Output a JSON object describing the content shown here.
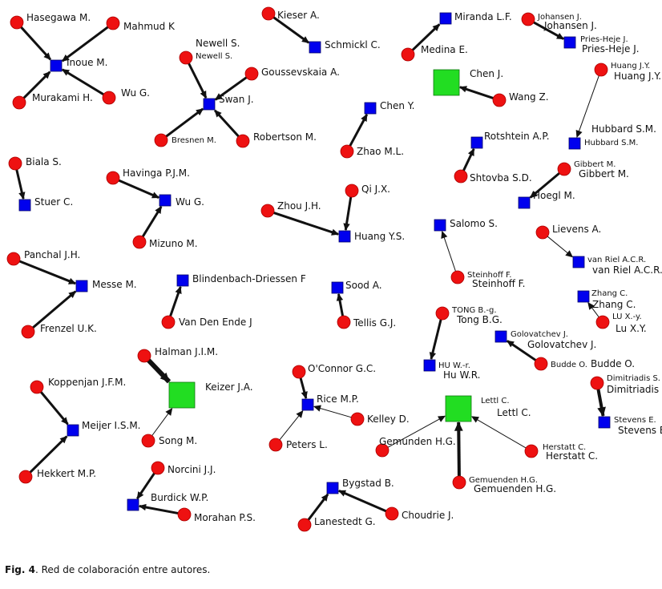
{
  "caption": {
    "label": "Fig. 4",
    "text": ". Red de colaboración entre autores."
  },
  "colors": {
    "author": "#ee1111",
    "group": "#0000ee",
    "hub": "#22dd22",
    "edge": "#111111"
  },
  "nodes": [
    {
      "id": "hasegawa",
      "type": "author",
      "labels": [
        "Hasegawa M."
      ]
    },
    {
      "id": "mahmud",
      "type": "author",
      "labels": [
        "Mahmud K"
      ]
    },
    {
      "id": "inoue",
      "type": "group",
      "labels": [
        "Inoue M."
      ]
    },
    {
      "id": "murakami",
      "type": "author",
      "labels": [
        "Murakami H."
      ]
    },
    {
      "id": "wug1",
      "type": "author",
      "labels": [
        "Wu G."
      ]
    },
    {
      "id": "kieser",
      "type": "author",
      "labels": [
        "Kieser A."
      ]
    },
    {
      "id": "schmickl",
      "type": "group",
      "labels": [
        "Schmickl C."
      ]
    },
    {
      "id": "newell",
      "type": "author",
      "labels": [
        "Newell S.",
        "Newell S."
      ]
    },
    {
      "id": "goussevskaia",
      "type": "author",
      "labels": [
        "Goussevskaia A."
      ]
    },
    {
      "id": "swan",
      "type": "group",
      "labels": [
        "Swan J."
      ]
    },
    {
      "id": "bresnen",
      "type": "author",
      "labels": [
        "Bresnen M."
      ]
    },
    {
      "id": "robertson",
      "type": "author",
      "labels": [
        "Robertson M."
      ]
    },
    {
      "id": "miranda",
      "type": "group",
      "labels": [
        "Miranda L.F."
      ]
    },
    {
      "id": "medina",
      "type": "author",
      "labels": [
        "Medina E."
      ]
    },
    {
      "id": "johansen",
      "type": "author",
      "labels": [
        "Johansen J.",
        "Johansen J."
      ]
    },
    {
      "id": "priesheje",
      "type": "group",
      "labels": [
        "Pries-Heje J.",
        "Pries-Heje J."
      ]
    },
    {
      "id": "chenj",
      "type": "hub",
      "labels": [
        "Chen J."
      ]
    },
    {
      "id": "wangz",
      "type": "author",
      "labels": [
        "Wang Z."
      ]
    },
    {
      "id": "huangjy",
      "type": "author",
      "labels": [
        "Huang J.Y.",
        "Huang J.Y."
      ]
    },
    {
      "id": "cheny",
      "type": "group",
      "labels": [
        "Chen Y."
      ]
    },
    {
      "id": "zhaoml",
      "type": "author",
      "labels": [
        "Zhao M.L."
      ]
    },
    {
      "id": "hubbard",
      "type": "group",
      "labels": [
        "Hubbard S.M.",
        "Hubbard S.M."
      ]
    },
    {
      "id": "rotshtein",
      "type": "group",
      "labels": [
        "Rotshtein A.P."
      ]
    },
    {
      "id": "shtovba",
      "type": "author",
      "labels": [
        "Shtovba S.D."
      ]
    },
    {
      "id": "gibbert",
      "type": "author",
      "labels": [
        "Gibbert M.",
        "Gibbert M."
      ]
    },
    {
      "id": "hoegl",
      "type": "group",
      "labels": [
        "Hoegl M."
      ]
    },
    {
      "id": "biala",
      "type": "author",
      "labels": [
        "Biala S."
      ]
    },
    {
      "id": "stuer",
      "type": "group",
      "labels": [
        "Stuer C."
      ]
    },
    {
      "id": "havinga",
      "type": "author",
      "labels": [
        "Havinga P.J.M."
      ]
    },
    {
      "id": "wug2",
      "type": "group",
      "labels": [
        "Wu G."
      ]
    },
    {
      "id": "mizuno",
      "type": "author",
      "labels": [
        "Mizuno M."
      ]
    },
    {
      "id": "qijx",
      "type": "author",
      "labels": [
        "Qi J.X."
      ]
    },
    {
      "id": "zhoujh",
      "type": "author",
      "labels": [
        "Zhou J.H."
      ]
    },
    {
      "id": "huangys",
      "type": "group",
      "labels": [
        "Huang Y.S."
      ]
    },
    {
      "id": "salomo",
      "type": "group",
      "labels": [
        "Salomo S."
      ]
    },
    {
      "id": "lievens",
      "type": "author",
      "labels": [
        "Lievens A."
      ]
    },
    {
      "id": "vanriel",
      "type": "group",
      "labels": [
        "van Riel A.C.R.",
        "van Riel A.C.R."
      ]
    },
    {
      "id": "panchal",
      "type": "author",
      "labels": [
        "Panchal J.H."
      ]
    },
    {
      "id": "messe",
      "type": "group",
      "labels": [
        "Messe M."
      ]
    },
    {
      "id": "frenzel",
      "type": "author",
      "labels": [
        "Frenzel U.K."
      ]
    },
    {
      "id": "blindenbach",
      "type": "group",
      "labels": [
        "Blindenbach-Driessen F"
      ]
    },
    {
      "id": "vandenende",
      "type": "author",
      "labels": [
        "Van Den Ende J"
      ]
    },
    {
      "id": "sood",
      "type": "group",
      "labels": [
        "Sood A."
      ]
    },
    {
      "id": "tellis",
      "type": "author",
      "labels": [
        "Tellis G.J."
      ]
    },
    {
      "id": "steinhoff",
      "type": "author",
      "labels": [
        "Steinhoff F.",
        "Steinhoff F."
      ]
    },
    {
      "id": "zhangc",
      "type": "group",
      "labels": [
        "Zhang C.",
        "Zhang C."
      ]
    },
    {
      "id": "luxy",
      "type": "author",
      "labels": [
        "LU X.-y.",
        "Lu X.Y."
      ]
    },
    {
      "id": "tongbg",
      "type": "author",
      "labels": [
        "TONG B.-g.",
        "Tong B.G."
      ]
    },
    {
      "id": "huwr",
      "type": "group",
      "labels": [
        "HU W.-r.",
        "Hu W.R."
      ]
    },
    {
      "id": "golovatchev",
      "type": "group",
      "labels": [
        "Golovatchev J.",
        "Golovatchev J."
      ]
    },
    {
      "id": "budde",
      "type": "author",
      "labels": [
        "Budde O.",
        "Budde O."
      ]
    },
    {
      "id": "halman",
      "type": "author",
      "labels": [
        "Halman J.I.M."
      ]
    },
    {
      "id": "keizer",
      "type": "hub",
      "labels": [
        "Keizer J.A."
      ]
    },
    {
      "id": "song",
      "type": "author",
      "labels": [
        "Song M."
      ]
    },
    {
      "id": "oconnor",
      "type": "author",
      "labels": [
        "O'Connor G.C."
      ]
    },
    {
      "id": "rice",
      "type": "group",
      "labels": [
        "Rice M.P."
      ]
    },
    {
      "id": "kelley",
      "type": "author",
      "labels": [
        "Kelley D."
      ]
    },
    {
      "id": "peters",
      "type": "author",
      "labels": [
        "Peters L."
      ]
    },
    {
      "id": "koppenjan",
      "type": "author",
      "labels": [
        "Koppenjan J.F.M."
      ]
    },
    {
      "id": "meijer",
      "type": "group",
      "labels": [
        "Meijer I.S.M."
      ]
    },
    {
      "id": "hekkert",
      "type": "author",
      "labels": [
        "Hekkert M.P."
      ]
    },
    {
      "id": "dimitriadis",
      "type": "author",
      "labels": [
        "Dimitriadis S.",
        "Dimitriadis S"
      ]
    },
    {
      "id": "stevens",
      "type": "group",
      "labels": [
        "Stevens E.",
        "Stevens E"
      ]
    },
    {
      "id": "lettl",
      "type": "hub",
      "labels": [
        "Lettl C.",
        "Lettl C."
      ]
    },
    {
      "id": "gemunden",
      "type": "author",
      "labels": [
        "Gemunden H.G."
      ]
    },
    {
      "id": "herstatt",
      "type": "author",
      "labels": [
        "Herstatt C.",
        "Herstatt C."
      ]
    },
    {
      "id": "gemuenden",
      "type": "author",
      "labels": [
        "Gemuenden H.G.",
        "Gemuenden H.G."
      ]
    },
    {
      "id": "norcini",
      "type": "author",
      "labels": [
        "Norcini J.J."
      ]
    },
    {
      "id": "burdick",
      "type": "group",
      "labels": [
        "Burdick W.P."
      ]
    },
    {
      "id": "morahan",
      "type": "author",
      "labels": [
        "Morahan P.S."
      ]
    },
    {
      "id": "bygstad",
      "type": "group",
      "labels": [
        "Bygstad B."
      ]
    },
    {
      "id": "lanestedt",
      "type": "author",
      "labels": [
        "Lanestedt G."
      ]
    },
    {
      "id": "choudrie",
      "type": "author",
      "labels": [
        "Choudrie J."
      ]
    }
  ],
  "edges": [
    {
      "from": "hasegawa",
      "to": "inoue",
      "weight": 2
    },
    {
      "from": "mahmud",
      "to": "inoue",
      "weight": 2
    },
    {
      "from": "murakami",
      "to": "inoue",
      "weight": 2
    },
    {
      "from": "wug1",
      "to": "inoue",
      "weight": 2
    },
    {
      "from": "kieser",
      "to": "schmickl",
      "weight": 2
    },
    {
      "from": "newell",
      "to": "swan",
      "weight": 2
    },
    {
      "from": "goussevskaia",
      "to": "swan",
      "weight": 2
    },
    {
      "from": "bresnen",
      "to": "swan",
      "weight": 2
    },
    {
      "from": "robertson",
      "to": "swan",
      "weight": 2
    },
    {
      "from": "medina",
      "to": "miranda",
      "weight": 2
    },
    {
      "from": "johansen",
      "to": "priesheje",
      "weight": 2
    },
    {
      "from": "wangz",
      "to": "chenj",
      "weight": 2
    },
    {
      "from": "huangjy",
      "to": "hubbard",
      "weight": 1
    },
    {
      "from": "zhaoml",
      "to": "cheny",
      "weight": 2
    },
    {
      "from": "shtovba",
      "to": "rotshtein",
      "weight": 2
    },
    {
      "from": "gibbert",
      "to": "hoegl",
      "weight": 2
    },
    {
      "from": "biala",
      "to": "stuer",
      "weight": 2
    },
    {
      "from": "havinga",
      "to": "wug2",
      "weight": 2
    },
    {
      "from": "mizuno",
      "to": "wug2",
      "weight": 2
    },
    {
      "from": "qijx",
      "to": "huangys",
      "weight": 2
    },
    {
      "from": "zhoujh",
      "to": "huangys",
      "weight": 2
    },
    {
      "from": "steinhoff",
      "to": "salomo",
      "weight": 1
    },
    {
      "from": "lievens",
      "to": "vanriel",
      "weight": 1
    },
    {
      "from": "panchal",
      "to": "messe",
      "weight": 2
    },
    {
      "from": "frenzel",
      "to": "messe",
      "weight": 2
    },
    {
      "from": "vandenende",
      "to": "blindenbach",
      "weight": 2
    },
    {
      "from": "tellis",
      "to": "sood",
      "weight": 2
    },
    {
      "from": "luxy",
      "to": "zhangc",
      "weight": 1
    },
    {
      "from": "tongbg",
      "to": "huwr",
      "weight": 2
    },
    {
      "from": "budde",
      "to": "golovatchev",
      "weight": 2
    },
    {
      "from": "halman",
      "to": "keizer",
      "weight": 4
    },
    {
      "from": "song",
      "to": "keizer",
      "weight": 1
    },
    {
      "from": "oconnor",
      "to": "rice",
      "weight": 2
    },
    {
      "from": "kelley",
      "to": "rice",
      "weight": 1
    },
    {
      "from": "peters",
      "to": "rice",
      "weight": 1
    },
    {
      "from": "koppenjan",
      "to": "meijer",
      "weight": 2
    },
    {
      "from": "hekkert",
      "to": "meijer",
      "weight": 2
    },
    {
      "from": "dimitriadis",
      "to": "stevens",
      "weight": 3
    },
    {
      "from": "gemunden",
      "to": "lettl",
      "weight": 1
    },
    {
      "from": "herstatt",
      "to": "lettl",
      "weight": 1
    },
    {
      "from": "gemuenden",
      "to": "lettl",
      "weight": 3
    },
    {
      "from": "norcini",
      "to": "burdick",
      "weight": 2
    },
    {
      "from": "morahan",
      "to": "burdick",
      "weight": 2
    },
    {
      "from": "lanestedt",
      "to": "bygstad",
      "weight": 2
    },
    {
      "from": "choudrie",
      "to": "bygstad",
      "weight": 2
    }
  ]
}
